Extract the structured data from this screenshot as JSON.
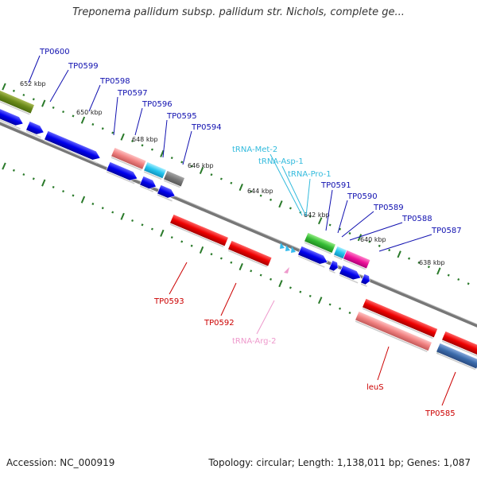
{
  "title": "Treponema pallidum subsp. pallidum str. Nichols, complete ge...",
  "footer": {
    "accession": "Accession: NC_000919",
    "summary": "Topology: circular; Length: 1,138,011 bp; Genes: 1,087"
  },
  "colors": {
    "plus_label": "#1010b0",
    "minus_label": "#cc0000",
    "trna_label": "#33bbdd",
    "trna_minus_label": "#ee99cc",
    "tick": "#2a7a2a",
    "backbone": "#888888"
  },
  "kbp_labels": [
    "652 kbp",
    "650 kbp",
    "648 kbp",
    "646 kbp",
    "644 kbp",
    "642 kbp",
    "640 kbp",
    "638 kbp"
  ],
  "plus_genes": [
    "TP0600",
    "TP0599",
    "TP0598",
    "TP0597",
    "TP0596",
    "TP0595",
    "TP0594",
    "TP0591",
    "TP0590",
    "TP0589",
    "TP0588",
    "TP0587"
  ],
  "plus_trnas": [
    "tRNA-Met-2",
    "tRNA-Asp-1",
    "tRNA-Pro-1"
  ],
  "minus_genes": [
    "TP0593",
    "TP0592",
    "leuS",
    "TP0585"
  ],
  "minus_trnas": [
    "tRNA-Arg-2"
  ]
}
